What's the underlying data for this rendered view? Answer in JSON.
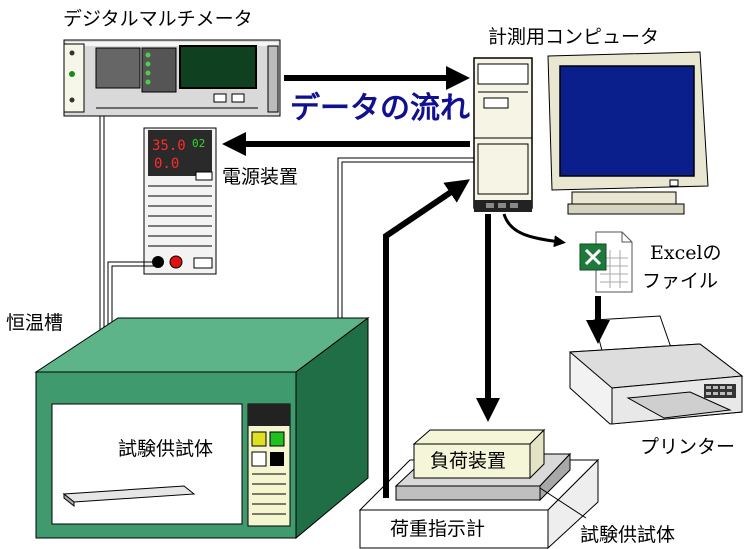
{
  "labels": {
    "multimeter": "デジタルマルチメータ",
    "computer": "計測用コンピュータ",
    "data_flow": "データの流れ",
    "power_supply": "電源装置",
    "chamber": "恒温槽",
    "specimen_in_chamber": "試験供試体",
    "excel_line1": "Excelの",
    "excel_line2": "ファイル",
    "printer": "プリンター",
    "loader": "負荷装置",
    "load_indicator": "荷重指示計",
    "specimen_under_load": "試験供試体"
  },
  "power_supply_display": {
    "main_top": "35.0",
    "main_bottom": "0.0",
    "aux": "02"
  },
  "colors": {
    "flow_text": "#101090",
    "chamber_green": "#3f9b6e",
    "chamber_green_dark": "#1f6e45",
    "monitor_screen": "#0a1f8c",
    "excel_green": "#1d7a3a",
    "display_red": "#ff2a2a",
    "display_green": "#2cdc2c"
  },
  "icons": [
    "excel-file-icon"
  ]
}
